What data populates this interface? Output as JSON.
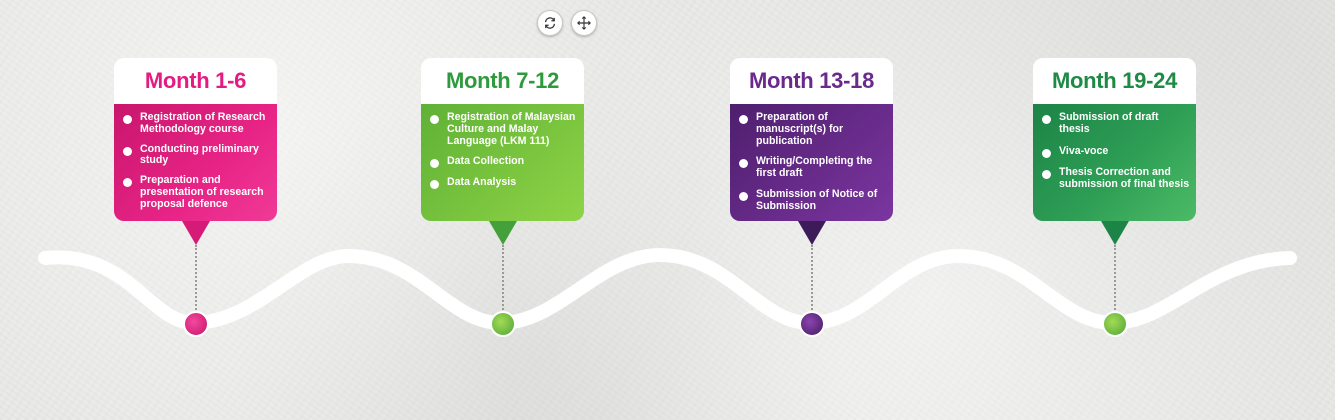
{
  "toolbar": {
    "rotate_icon": "rotate-icon",
    "move_icon": "move-icon"
  },
  "timeline": [
    {
      "title": "Month 1-6",
      "color": "#e41c82",
      "items": [
        "Registration of Research Methodology course",
        "Conducting preliminary study",
        "Preparation and presentation of research proposal defence"
      ]
    },
    {
      "title": "Month 7-12",
      "color": "#6cbf3c",
      "items": [
        "Registration of Malaysian Culture and Malay Language (LKM 111)",
        "Data Collection",
        "Data Analysis"
      ]
    },
    {
      "title": "Month 13-18",
      "color": "#6a2a8c",
      "items": [
        "Preparation of manuscript(s) for publication",
        "Writing/Completing the first draft",
        "Submission of Notice of Submission"
      ]
    },
    {
      "title": "Month 19-24",
      "color": "#1f8a45",
      "items": [
        "Submission of draft thesis",
        "Viva-voce",
        "Thesis Correction and submission of final thesis"
      ]
    }
  ]
}
